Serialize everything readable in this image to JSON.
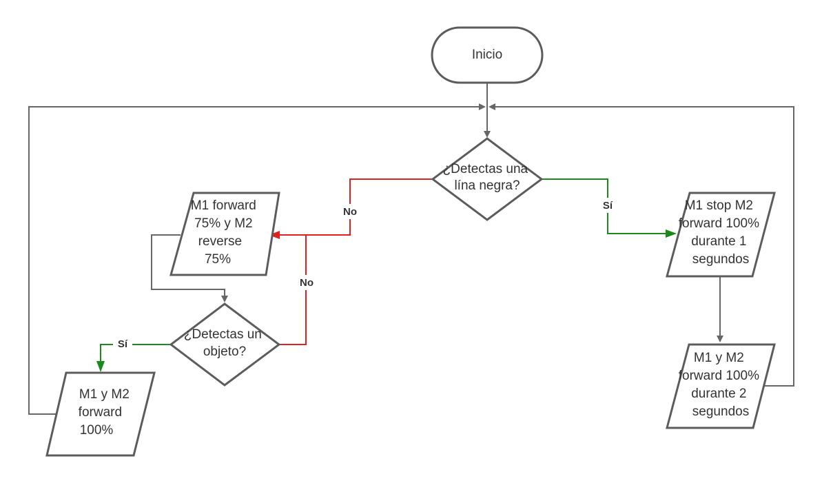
{
  "colors": {
    "stroke": "#5c5c5c",
    "connector": "#666666",
    "no_branch": "#e02020",
    "yes_branch": "#1a8a1a",
    "text": "#333333"
  },
  "nodes": {
    "start": {
      "lines": [
        "Inicio"
      ]
    },
    "decision_line": {
      "lines": [
        "¿Detectas una",
        "lína negra?"
      ]
    },
    "action_turn": {
      "lines": [
        "M1 forward",
        "75% y M2",
        "reverse",
        "75%"
      ]
    },
    "decision_object": {
      "lines": [
        "¿Detectas un",
        "objeto?"
      ]
    },
    "action_forward_object": {
      "lines": [
        "M1 y M2",
        "forward",
        "100%"
      ]
    },
    "action_stop": {
      "lines": [
        "M1 stop   M2",
        "forward 100%",
        "durante 1",
        "segundos"
      ]
    },
    "action_forward_2s": {
      "lines": [
        "M1 y M2",
        "forward 100%",
        "durante 2",
        "segundos"
      ]
    }
  },
  "edge_labels": {
    "line_no": "No",
    "line_yes": "Sí",
    "object_no": "No",
    "object_yes": "Sí"
  }
}
